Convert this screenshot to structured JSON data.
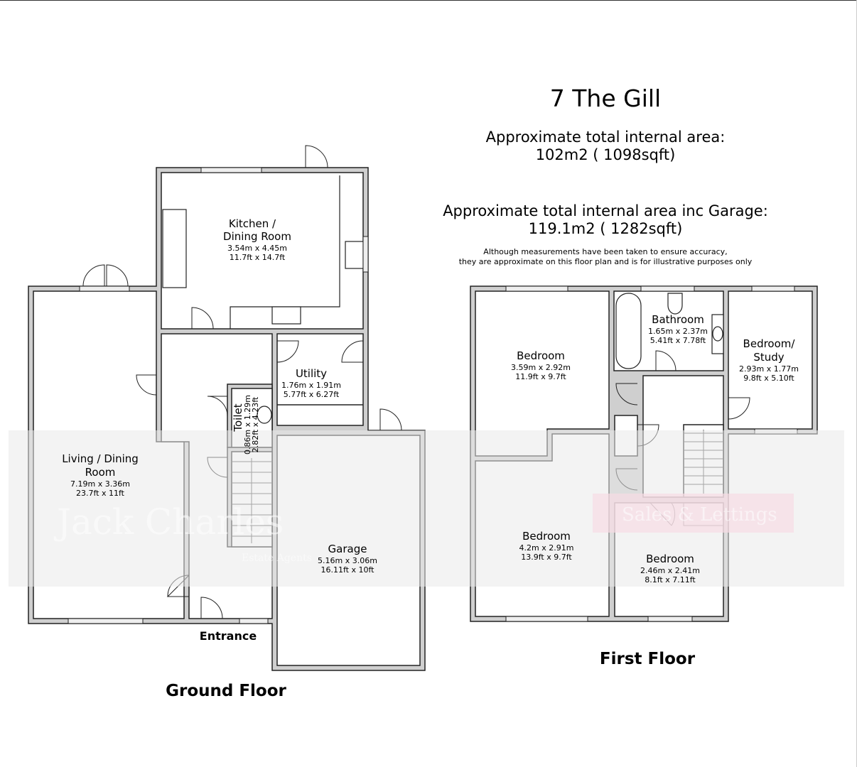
{
  "header": {
    "title": "7 The Gill",
    "area_label": "Approximate total internal area:",
    "area_value": "102m2 ( 1098sqft)",
    "area_garage_label": "Approximate total internal area inc Garage:",
    "area_garage_value": "119.1m2 ( 1282sqft)",
    "disclaimer_1": "Although measurements have been taken to ensure accuracy,",
    "disclaimer_2": "they are approximate on this floor plan and is for illustrative purposes only"
  },
  "ground_floor": {
    "label": "Ground Floor",
    "entrance": "Entrance",
    "rooms": [
      {
        "name": "Kitchen /",
        "name2": "Dining Room",
        "m": "3.54m x 4.45m",
        "ft": "11.7ft x 14.7ft"
      },
      {
        "name": "Living / Dining",
        "name2": "Room",
        "m": "7.19m x 3.36m",
        "ft": "23.7ft x 11ft"
      },
      {
        "name": "Utility",
        "m": "1.76m x 1.91m",
        "ft": "5.77ft x 6.27ft"
      },
      {
        "name": "Toilet",
        "m": "0.86m x 1.29m",
        "ft": "2.82ft x 4.23ft"
      },
      {
        "name": "Garage",
        "m": "5.16m x 3.06m",
        "ft": "16.11ft x 10ft"
      }
    ]
  },
  "first_floor": {
    "label": "First Floor",
    "rooms": [
      {
        "name": "Bedroom",
        "m": "3.59m x 2.92m",
        "ft": "11.9ft x 9.7ft"
      },
      {
        "name": "Bathroom",
        "m": "1.65m x 2.37m",
        "ft": "5.41ft x 7.78ft"
      },
      {
        "name": "Bedroom/",
        "name2": "Study",
        "m": "2.93m x 1.77m",
        "ft": "9.8ft x 5.10ft"
      },
      {
        "name": "Bedroom",
        "m": "4.2m x 2.91m",
        "ft": "13.9ft x 9.7ft"
      },
      {
        "name": "Bedroom",
        "m": "2.46m x 2.41m",
        "ft": "8.1ft x 7.11ft"
      }
    ]
  },
  "watermark": {
    "brand": "Jack Charles",
    "sub": "Estate Agents",
    "tag": "Sales & Lettings",
    "tag_color": "#f7dbe4"
  }
}
